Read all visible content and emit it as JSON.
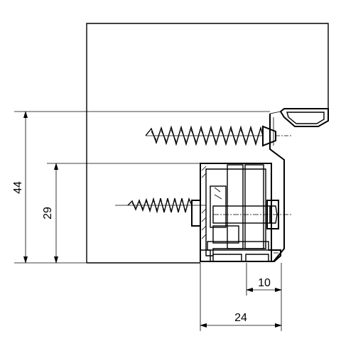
{
  "dimensions": {
    "total_height": "44",
    "frame_height": "29",
    "offset_width": "10",
    "frame_width": "24"
  }
}
